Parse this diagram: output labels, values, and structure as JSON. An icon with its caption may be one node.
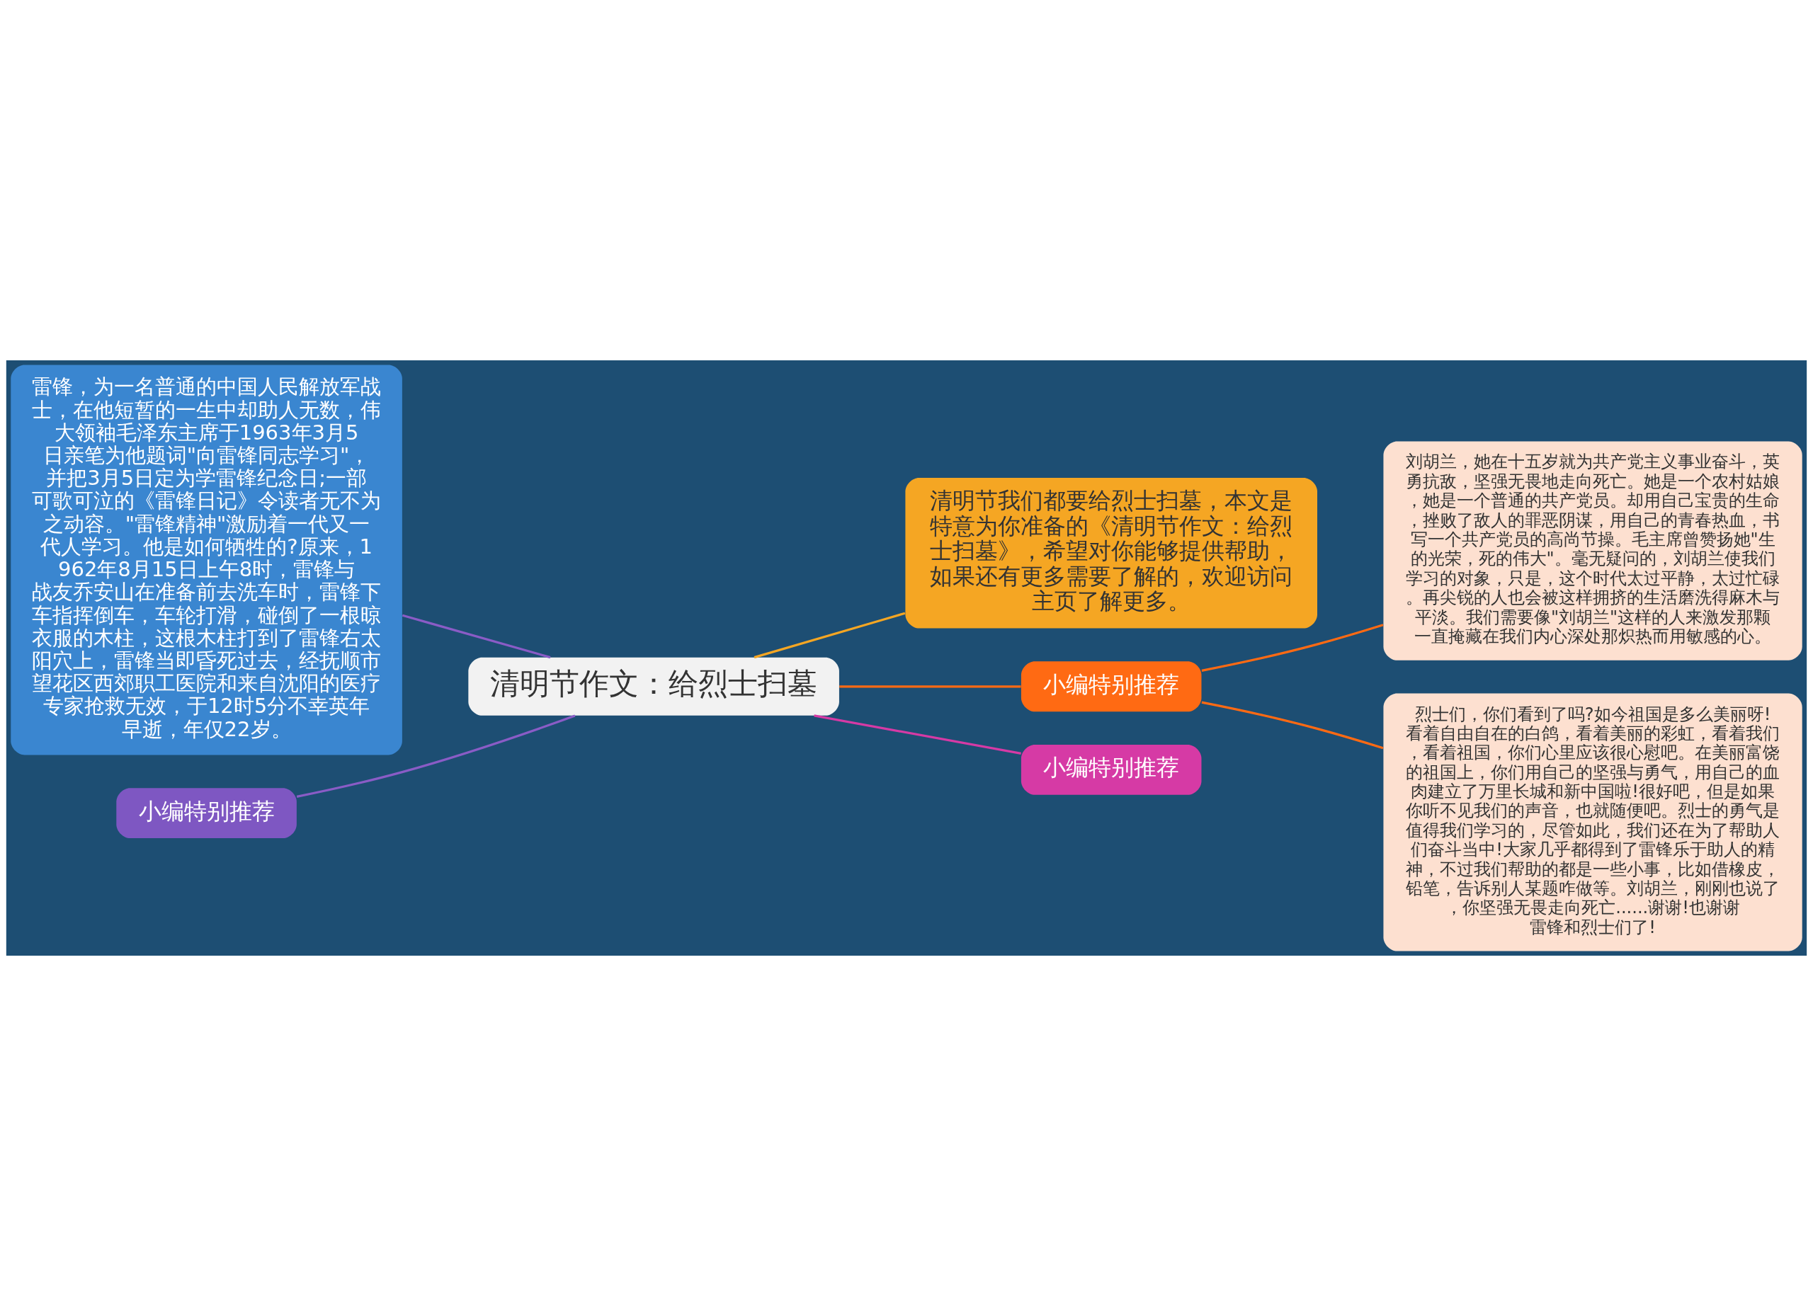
{
  "diagram": {
    "nodes": [
      {
        "text": [
          "清明节作文：给烈士扫墓"
        ]
      },
      {
        "text": [
          "雷锋，为一名普通的中国人民解放军战士，在他短暂的一生中却助人无数，伟大领袖毛泽东主席于1963年3月5日亲笔为他题词\"向雷锋同志学习\"，并把3月5日定为学雷锋纪念日;一部可歌可泣的《雷锋日记》令读者无不为之动容。\"雷锋精神\"激励着一代又一代人学习。他是如何牺牲的?原来，1962年8月15日上午8时，雷锋与战友乔安山在准备前去洗车时，雷锋下车指挥倒车，车轮打滑，碰倒了一根晾衣服的木柱，这根木柱打到了雷锋右太阳穴上，雷锋当即昏死过去，经抚顺市望花区西郊职工医院和来自沈阳的医疗专家抢救无效，于12时5分不幸英年早逝，年仅22岁。"
        ]
      },
      {
        "text": [
          "清明节我们都要给烈士扫墓，本文是特意为你准备的《清明节作文：给烈士扫墓》，希望对你能够提供帮助，如果还有更多需要了解的，欢迎访问主页了解更多。"
        ]
      },
      {
        "text": [
          "小编特别推荐"
        ]
      },
      {
        "text": [
          "刘胡兰，她在十五岁就为共产党主义事业奋斗，英勇抗敌，坚强无畏地走向死亡。她是一个农村姑娘，她是一个普通的共产党员。却用自己宝贵的生命，挫败了敌人的罪恶阴谋，用自己的青春热血，书写一个共产党员的高尚节操。毛主席曾赞扬她\"生的光荣，死的伟大\"。毫无疑问的，刘胡兰使我们学习的对象，只是，这个时代太过平静，太过忙碌。再尖锐的人也会被这样拥挤的生活磨洗得麻木与平淡。我们需要像\"刘胡兰\"这样的人来激发那颗一直掩藏在我们内心深处那炽热而用敏感的心。"
        ]
      },
      {
        "text": [
          "烈士们，你们看到了吗?如今祖国是多么美丽呀!看着自由自在的白鸽，看着美丽的彩虹，看着我们，看着祖国，你们心里应该很心慰吧。在美丽富饶的祖国上，你们用自己的坚强与勇气，用自己的血肉建立了万里长城和新中国啦!很好吧，但是如果你听不见我们的声音，也就随便吧。烈士的勇气是值得我们学习的，尽管如此，我们还在为了帮助人们奋斗当中!大家几乎都得到了雷锋乐于助人的精神，不过我们帮助的都是一些小事，比如借橡皮，铅笔，告诉别人某题咋做等。刘胡兰，刚刚也说了，你坚强无畏走向死亡......谢谢!也谢谢雷锋和烈士们了!"
        ]
      },
      {
        "text": [
          "小编特别推荐"
        ]
      },
      {
        "text": [
          "小编特别推荐"
        ]
      }
    ],
    "edges": [
      {
        "from": 0,
        "to": 1,
        "arrow": "none",
        "color": "#8a5cc6"
      },
      {
        "from": 0,
        "to": 7,
        "arrow": "none",
        "color": "#8a5cc6"
      },
      {
        "from": 0,
        "to": 2,
        "arrow": "none",
        "color": "#f5a623"
      },
      {
        "from": 0,
        "to": 3,
        "arrow": "none",
        "color": "#ff6a13"
      },
      {
        "from": 3,
        "to": 4,
        "arrow": "none",
        "color": "#ff6a13"
      },
      {
        "from": 3,
        "to": 5,
        "arrow": "none",
        "color": "#ff6a13"
      },
      {
        "from": 0,
        "to": 6,
        "arrow": "none",
        "color": "#d63aa5"
      }
    ]
  }
}
